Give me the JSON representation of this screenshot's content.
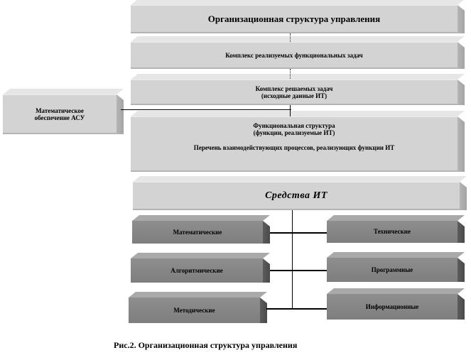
{
  "diagram": {
    "title": "Организационная  структура  управления",
    "tasks_complex": "Комплекс реализуемых функциональных задач",
    "solved_tasks": {
      "line1": "Комплекс решаемых задач",
      "line2": "(исходные данные ИТ)"
    },
    "functional_structure": {
      "line1": "Функциональная структура",
      "line2": "(функции, реализуемые ИТ)",
      "line3": "Перечень взаимодействующих процессов, реализующих функции ИТ"
    },
    "math_support": {
      "line1": "Математическое",
      "line2": "обеспечение АСУ"
    },
    "it_means": "Средства  ИТ",
    "left_items": [
      "Математические",
      "Алгоритмические",
      "Методические"
    ],
    "right_items": [
      "Технические",
      "Программные",
      "Информационные"
    ]
  },
  "caption": "Рис.2. Организационная структура  управления"
}
